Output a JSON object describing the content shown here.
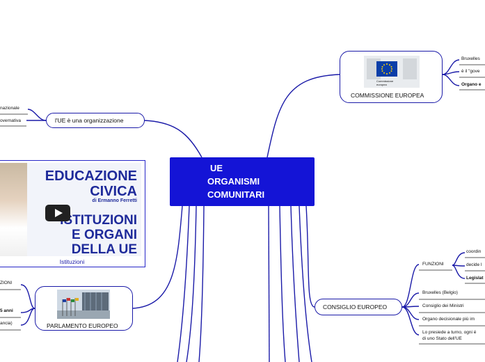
{
  "central": {
    "line1": "UE",
    "line2": "ORGANISMI",
    "line3": "COMUNITARI"
  },
  "org_node": {
    "label": "l'UE è una organizzazione",
    "items": [
      "nazionale",
      "overnativa"
    ]
  },
  "video": {
    "title_line1": "EDUCAZIONE",
    "title_line2": "CIVICA",
    "author": "di Ermanno Ferretti",
    "subtitle_line1": "ISTITUZIONI",
    "subtitle_line2": "E ORGANI",
    "subtitle_line3": "DELLA UE",
    "caption": "Istituzioni"
  },
  "parlamento": {
    "label": "PARLAMENTO EUROPEO",
    "items": [
      "ZIONI",
      "5 anni",
      "ancia)"
    ]
  },
  "commissione": {
    "label": "COMMISSIONE EUROPEA",
    "logo_text_1": "Commissione",
    "logo_text_2": "europea",
    "items": [
      "Bruxelles",
      "è il \"gove",
      "Organo e"
    ]
  },
  "consiglio": {
    "label": "CONSIGLIO EUROPEO",
    "funzioni_label": "FUNZIONI",
    "funzioni_items": [
      "coordin",
      "decide l",
      "Legislat"
    ],
    "items": [
      "Bruxelles (Belgio)",
      "Consiglio dei Ministri",
      "Organo decisionale più im"
    ],
    "last_item_line1": "Lo presiede a turno, ogni é",
    "last_item_line2": "di uno Stato dell'UE"
  },
  "colors": {
    "accent": "#1414d6",
    "line": "#1a1aa8"
  }
}
